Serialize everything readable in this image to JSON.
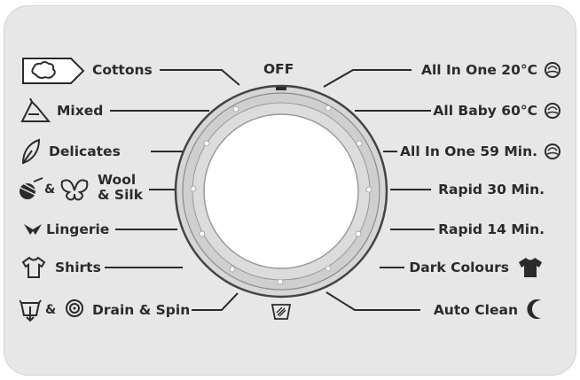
{
  "dial": {
    "off_label": "OFF",
    "left_programs": [
      {
        "label": "Cottons",
        "icon": "cotton-icon"
      },
      {
        "label": "Mixed",
        "icon": "mixed-icon"
      },
      {
        "label": "Delicates",
        "icon": "feather-icon"
      },
      {
        "label": "Wool\n& Silk",
        "icon": "wool-silk-icon"
      },
      {
        "label": "Lingerie",
        "icon": "lingerie-icon"
      },
      {
        "label": "Shirts",
        "icon": "shirt-icon"
      },
      {
        "label": "Drain & Spin",
        "icon": "drain-spin-icon"
      }
    ],
    "wool_line1": "Wool",
    "wool_line2": "& Silk",
    "amp": "&",
    "right_programs": [
      {
        "label": "All In One 20°C",
        "icon": "eco-icon"
      },
      {
        "label": "All Baby 60°C",
        "icon": "eco-icon"
      },
      {
        "label": "All In One 59 Min.",
        "icon": "eco-icon"
      },
      {
        "label": "Rapid 30 Min.",
        "icon": ""
      },
      {
        "label": "Rapid 14 Min.",
        "icon": ""
      },
      {
        "label": "Dark Colours",
        "icon": "dark-shirt-icon"
      },
      {
        "label": "Auto Clean",
        "icon": "moon-icon"
      }
    ],
    "bottom_icon": "wash-tub-icon"
  }
}
